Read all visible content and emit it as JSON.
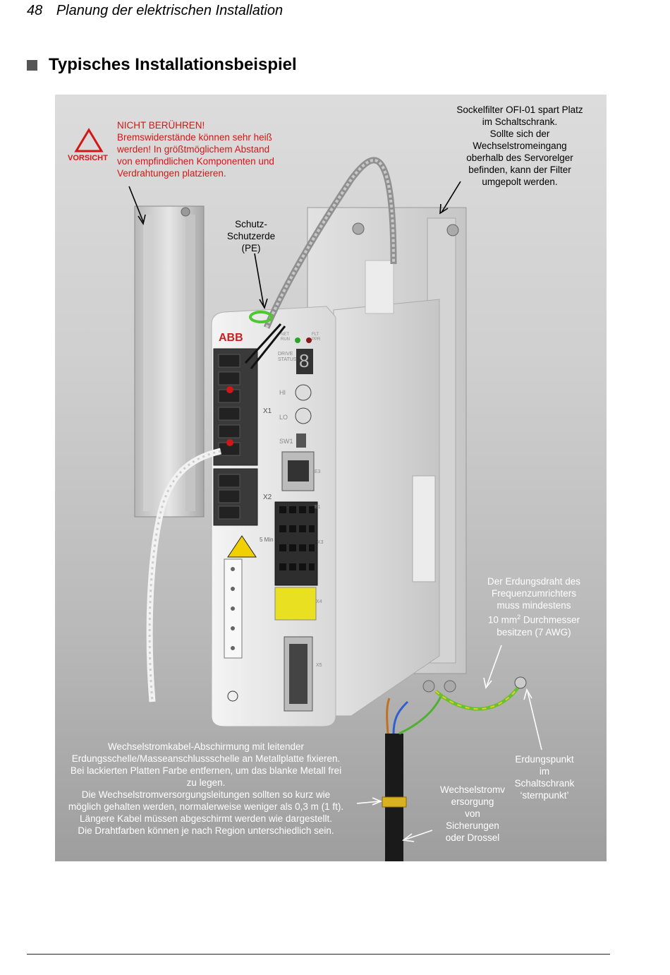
{
  "header": {
    "page_number": "48",
    "title": "Planung der elektrischen Installation"
  },
  "section": {
    "title": "Typisches Installationsbeispiel"
  },
  "figure": {
    "device_logo": "ABB",
    "device_labels": {
      "x1": "X1",
      "x2": "X2",
      "hi": "HI",
      "lo": "LO",
      "sw1": "SW1",
      "drive_status": "DRIVE STATUS",
      "five_min": "5 Min",
      "net_run": "NET RUN",
      "flt_ppr": "FLT PPR",
      "digit": "8",
      "e3": "E3",
      "x3": "X3",
      "x4": "X4",
      "x5": "X5",
      "e1": "E1"
    },
    "warning": {
      "vorsicht": "VORSICHT",
      "lines": [
        "NICHT BERÜHREN!",
        "Bremswiderstände können sehr heiß",
        "werden! In größtmöglichem Abstand",
        "von empfindlichen Komponenten und",
        "Verdrahtungen platzieren."
      ]
    },
    "filter_note": {
      "lines": [
        "Sockelfilter OFI-01 spart Platz",
        "im Schaltschrank.",
        "Sollte sich der",
        "Wechselstromeingang",
        "oberhalb des Servorelger",
        "befinden, kann der Filter",
        "umgepolt werden."
      ]
    },
    "pe_label": {
      "lines": [
        "Schutz-",
        "Schutzerde",
        "(PE)"
      ]
    },
    "ground_wire_note": {
      "lines": [
        "Der Erdungsdraht des",
        "Frequenzumrichters",
        "muss mindestens"
      ],
      "mm_prefix": "10 mm",
      "mm_sup": "2",
      "mm_suffix": " Durchmesser",
      "last": "besitzen (7 AWG)"
    },
    "cable_note": {
      "lines": [
        "Wechselstromkabel-Abschirmung mit leitender",
        "Erdungsschelle/Masseanschlussschelle an Metallplatte fixieren.",
        "Bei lackierten Platten Farbe entfernen, um das blanke Metall frei",
        "zu legen.",
        "Die Wechselstromversorgungsleitungen sollten so kurz wie",
        "möglich gehalten werden, normalerweise weniger als 0,3 m (1 ft).",
        "Längere Kabel müssen abgeschirmt werden wie dargestellt.",
        "Die Drahtfarben können je nach Region unterschiedlich sein."
      ]
    },
    "supply_label": {
      "lines": [
        "Wechselstromv",
        "ersorgung",
        "von",
        "Sicherungen",
        "oder Drossel"
      ]
    },
    "earth_point_label": {
      "lines": [
        "Erdungspunkt",
        "im",
        "Schaltschrank",
        "‘sternpunkt’"
      ]
    }
  }
}
